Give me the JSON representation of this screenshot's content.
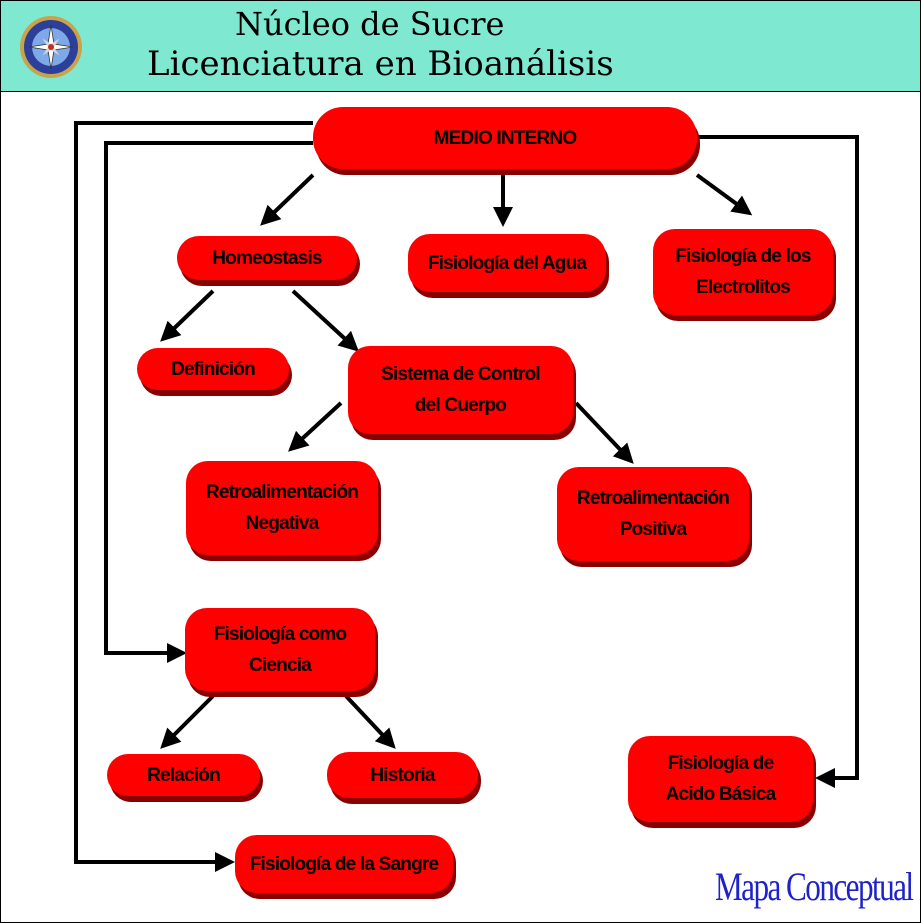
{
  "header": {
    "line1": "Núcleo de Sucre",
    "line2": "Licenciatura en Bioanálisis"
  },
  "nodes": {
    "medio_interno": "MEDIO INTERNO",
    "homeostasis": "Homeostasis",
    "fisiologia_agua": "Fisiología del Agua",
    "fisiologia_electrolitos": "Fisiología de los\nElectrolitos",
    "definicion": "Definición",
    "sistema_control": "Sistema de Control\ndel Cuerpo",
    "retro_negativa": "Retroalimentación\nNegativa",
    "retro_positiva": "Retroalimentación\nPositiva",
    "fisiologia_ciencia": "Fisiología como\nCiencia",
    "relacion": "Relación",
    "historia": "Historia",
    "fisiologia_acido_basica": "Fisiología de\nAcido Básica",
    "fisiologia_sangre": "Fisiología de la Sangre"
  },
  "footer": {
    "label": "Mapa Conceptual"
  },
  "colors": {
    "header_bg": "#7fe8d0",
    "node_fill": "#ff0000",
    "footer_text": "#1e22c8"
  }
}
